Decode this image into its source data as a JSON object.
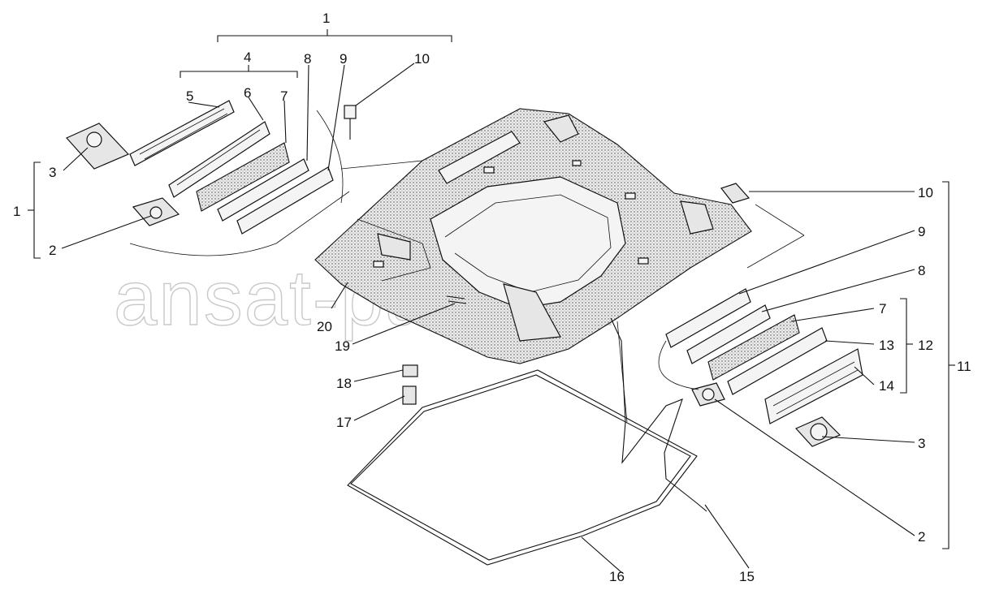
{
  "watermark": "ansat-parts.ru",
  "callouts": {
    "left_assembly": "1",
    "left_group": "1",
    "left_sub": "4",
    "l5": "5",
    "l6": "6",
    "l7": "7",
    "l8": "8",
    "l9": "9",
    "l10": "10",
    "l3": "3",
    "l2": "2",
    "r10": "10",
    "r9": "9",
    "r8": "8",
    "r7": "7",
    "r13": "13",
    "r12": "12",
    "r14": "14",
    "r11": "11",
    "r3": "3",
    "r2": "2",
    "c20": "20",
    "c19": "19",
    "c18": "18",
    "c17": "17",
    "c16": "16",
    "c15": "15"
  },
  "colors": {
    "line": "#111111",
    "watermark": "#c9c9c9",
    "fill": "#f4f4f4"
  }
}
